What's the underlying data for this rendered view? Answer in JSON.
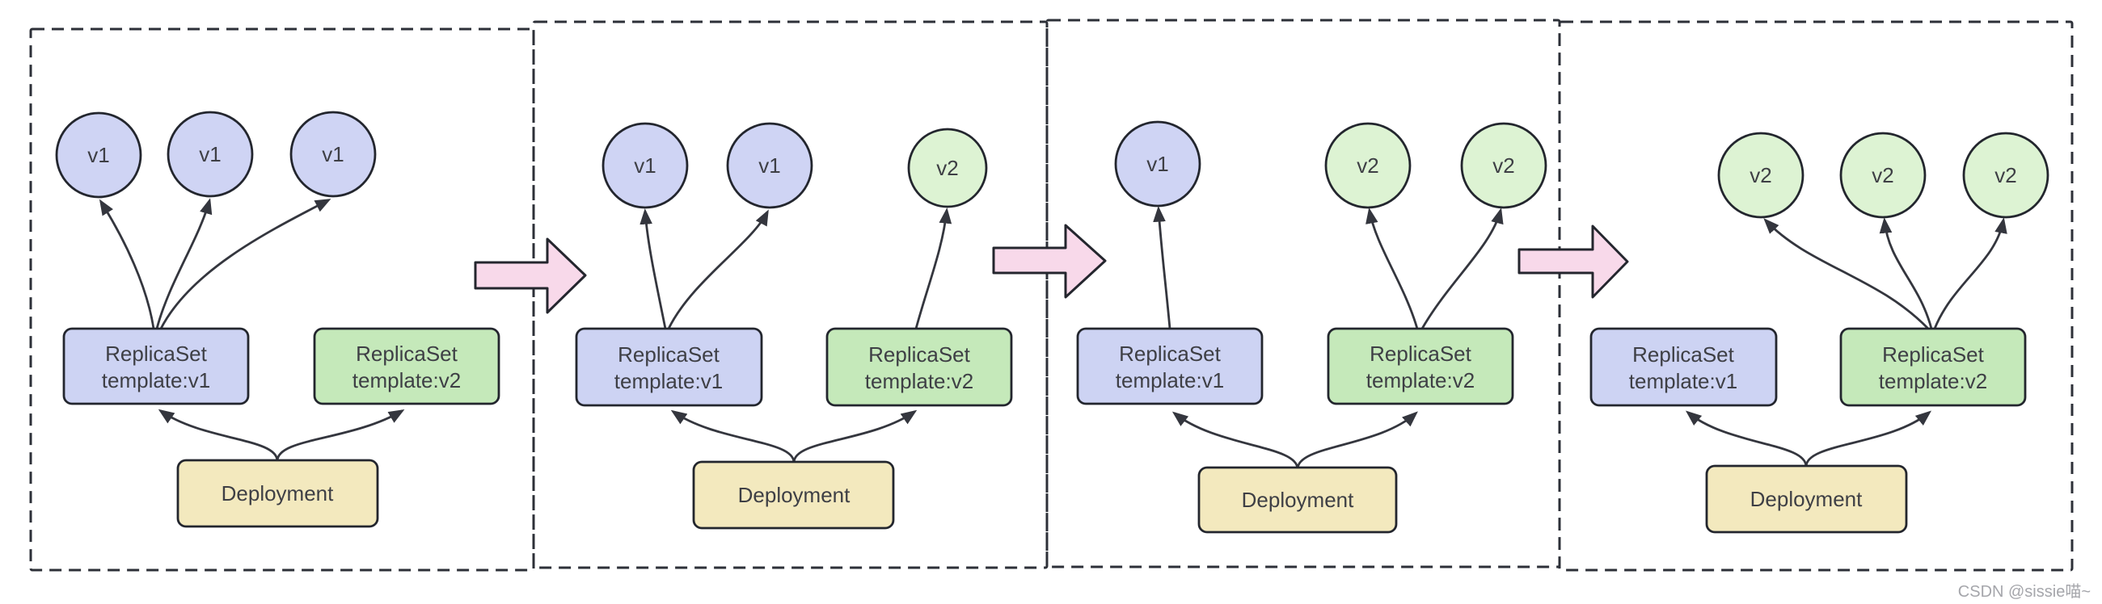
{
  "colors": {
    "pod_v1_fill": "#cfd4f4",
    "pod_v2_fill": "#ddf3d3",
    "replicaset_v1_fill": "#cdd3f3",
    "replicaset_v2_fill": "#c5e9ba",
    "deployment_fill": "#f3e9be",
    "transition_arrow_fill": "#f8d9ea"
  },
  "panels": [
    {
      "pods": [
        {
          "label": "v1"
        },
        {
          "label": "v1"
        },
        {
          "label": "v1"
        }
      ],
      "replicaset_v1": {
        "line1": "ReplicaSet",
        "line2": "template:v1"
      },
      "replicaset_v2": {
        "line1": "ReplicaSet",
        "line2": "template:v2"
      },
      "deployment": {
        "label": "Deployment"
      }
    },
    {
      "pods": [
        {
          "label": "v1"
        },
        {
          "label": "v1"
        },
        {
          "label": "v2"
        }
      ],
      "replicaset_v1": {
        "line1": "ReplicaSet",
        "line2": "template:v1"
      },
      "replicaset_v2": {
        "line1": "ReplicaSet",
        "line2": "template:v2"
      },
      "deployment": {
        "label": "Deployment"
      }
    },
    {
      "pods": [
        {
          "label": "v1"
        },
        {
          "label": "v2"
        },
        {
          "label": "v2"
        }
      ],
      "replicaset_v1": {
        "line1": "ReplicaSet",
        "line2": "template:v1"
      },
      "replicaset_v2": {
        "line1": "ReplicaSet",
        "line2": "template:v2"
      },
      "deployment": {
        "label": "Deployment"
      }
    },
    {
      "pods": [
        {
          "label": "v2"
        },
        {
          "label": "v2"
        },
        {
          "label": "v2"
        }
      ],
      "replicaset_v1": {
        "line1": "ReplicaSet",
        "line2": "template:v1"
      },
      "replicaset_v2": {
        "line1": "ReplicaSet",
        "line2": "template:v2"
      },
      "deployment": {
        "label": "Deployment"
      }
    }
  ],
  "watermark": "CSDN @sissie喵~"
}
